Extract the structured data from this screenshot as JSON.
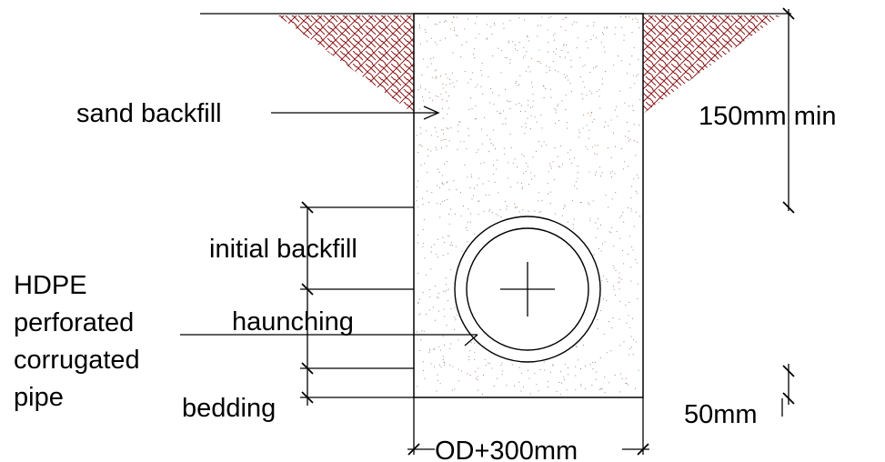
{
  "labels": {
    "sand_backfill": "sand backfill",
    "initial_backfill": "initial backfill",
    "haunching": "haunching",
    "bedding": "bedding",
    "pipe": [
      "HDPE",
      "perforated",
      "corrugated",
      "pipe"
    ],
    "depth_dim": "150mm min",
    "bedding_dim": "50mm",
    "width_dim": "OD+300mm"
  },
  "colors": {
    "line": "#000000",
    "soil_hatch": "#8b1a1a",
    "sand_dots": "#9a7b6a",
    "background": "#ffffff"
  }
}
